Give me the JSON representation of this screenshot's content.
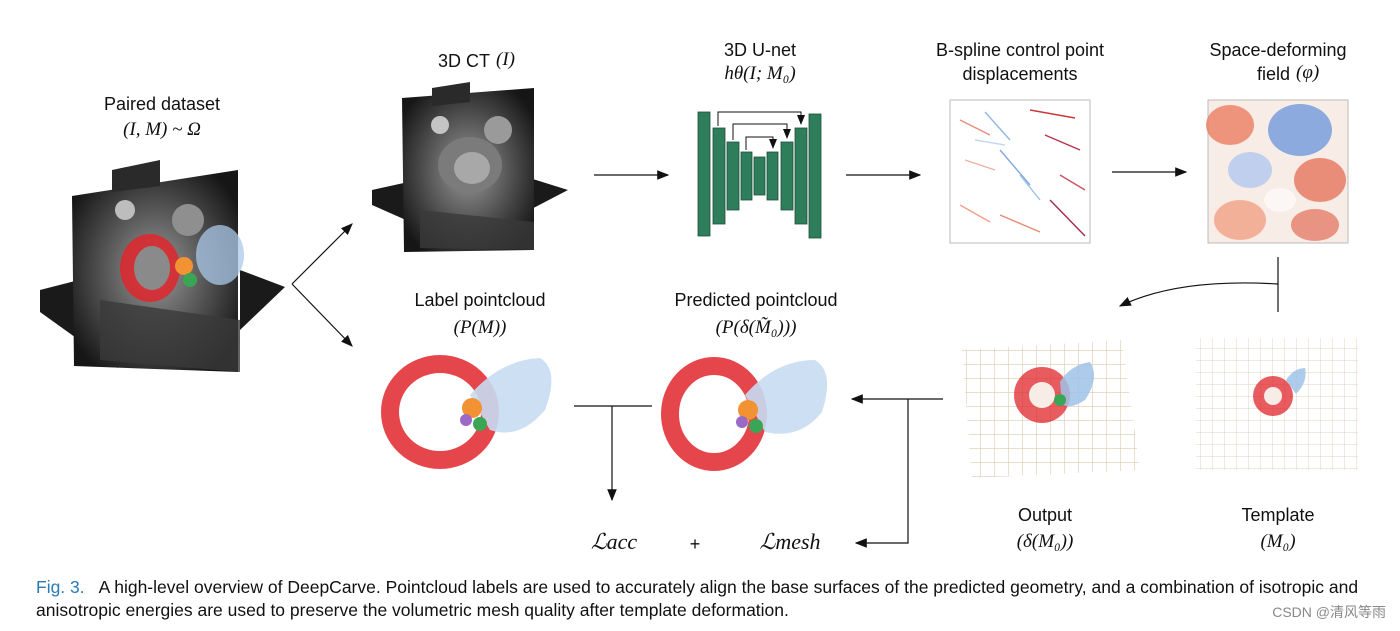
{
  "labels": {
    "paired_title": "Paired dataset",
    "paired_math": "(I, M) ~ Ω",
    "ct_title": "3D CT",
    "ct_math": "(I)",
    "unet_title": "3D U-net",
    "unet_math": "hθ(I; M₀)",
    "bspline_line1": "B-spline control point",
    "bspline_line2": "displacements",
    "field_line1": "Space-deforming",
    "field_line2": "field",
    "field_math": "(φ)",
    "label_pc_title": "Label pointcloud",
    "label_pc_math": "(P(M))",
    "pred_pc_title": "Predicted pointcloud",
    "pred_pc_math": "(P(δ(M̃₀)))",
    "output_title": "Output",
    "output_math": "(δ(M₀))",
    "template_title": "Template",
    "template_math": "(M₀)",
    "loss_acc": "ℒacc",
    "plus": "+",
    "loss_mesh": "ℒmesh"
  },
  "caption": {
    "fig": "Fig. 3.",
    "text": "A high-level overview of DeepCarve. Pointcloud labels are used to accurately align the base surfaces of the predicted geometry, and a combination of isotropic and anisotropic energies are used to preserve the volumetric mesh quality after template deformation."
  },
  "watermark": "CSDN @清风等雨",
  "colors": {
    "unet": "#2e7d5b",
    "lv_red": "#e0262b",
    "aorta_blue": "#a9c8e8",
    "grid_tan": "#d8c4a8"
  }
}
